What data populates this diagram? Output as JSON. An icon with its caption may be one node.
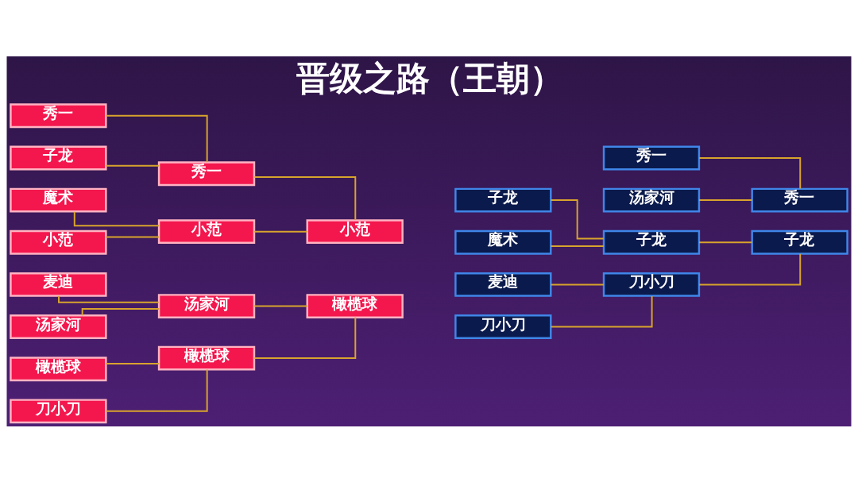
{
  "diagram": {
    "title": "晋级之路（王朝）",
    "nodes": [
      {
        "text": [
          "秀一"
        ]
      },
      {
        "text": [
          "子龙"
        ]
      },
      {
        "text": [
          "魔术"
        ]
      },
      {
        "text": [
          "小范"
        ]
      },
      {
        "text": [
          "麦迪"
        ]
      },
      {
        "text": [
          "汤家河"
        ]
      },
      {
        "text": [
          "橄榄球"
        ]
      },
      {
        "text": [
          "刀小刀"
        ]
      },
      {
        "text": [
          "秀一"
        ]
      },
      {
        "text": [
          "小范"
        ]
      },
      {
        "text": [
          "汤家河"
        ]
      },
      {
        "text": [
          "橄榄球"
        ]
      },
      {
        "text": [
          "小范"
        ]
      },
      {
        "text": [
          "橄榄球"
        ]
      },
      {
        "text": [
          "子龙"
        ]
      },
      {
        "text": [
          "魔术"
        ]
      },
      {
        "text": [
          "麦迪"
        ]
      },
      {
        "text": [
          "刀小刀"
        ]
      },
      {
        "text": [
          "秀一"
        ]
      },
      {
        "text": [
          "汤家河"
        ]
      },
      {
        "text": [
          "子龙"
        ]
      },
      {
        "text": [
          "刀小刀"
        ]
      },
      {
        "text": [
          "秀一"
        ]
      },
      {
        "text": [
          "子龙"
        ]
      }
    ],
    "edges": [
      {
        "from": 0,
        "to": 8,
        "arrow": "none"
      },
      {
        "from": 1,
        "to": 8,
        "arrow": "none"
      },
      {
        "from": 2,
        "to": 9,
        "arrow": "none"
      },
      {
        "from": 3,
        "to": 9,
        "arrow": "none"
      },
      {
        "from": 4,
        "to": 10,
        "arrow": "none"
      },
      {
        "from": 5,
        "to": 10,
        "arrow": "none"
      },
      {
        "from": 6,
        "to": 11,
        "arrow": "none"
      },
      {
        "from": 7,
        "to": 11,
        "arrow": "none"
      },
      {
        "from": 8,
        "to": 12,
        "arrow": "none"
      },
      {
        "from": 9,
        "to": 12,
        "arrow": "none"
      },
      {
        "from": 10,
        "to": 13,
        "arrow": "none"
      },
      {
        "from": 11,
        "to": 13,
        "arrow": "none"
      },
      {
        "from": 18,
        "to": 22,
        "arrow": "none"
      },
      {
        "from": 19,
        "to": 22,
        "arrow": "none"
      },
      {
        "from": 14,
        "to": 20,
        "arrow": "none"
      },
      {
        "from": 15,
        "to": 20,
        "arrow": "none"
      },
      {
        "from": 16,
        "to": 21,
        "arrow": "none"
      },
      {
        "from": 17,
        "to": 21,
        "arrow": "none"
      },
      {
        "from": 20,
        "to": 23,
        "arrow": "none"
      },
      {
        "from": 21,
        "to": 23,
        "arrow": "none"
      }
    ]
  }
}
